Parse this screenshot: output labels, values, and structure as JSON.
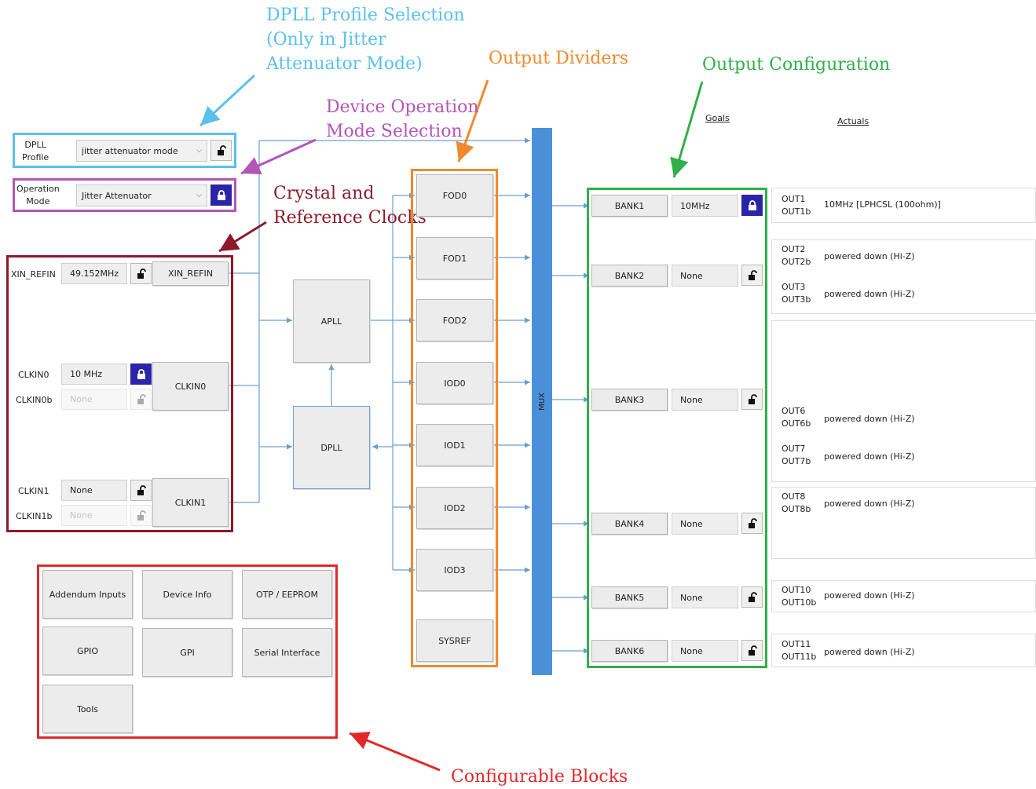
{
  "annotations": {
    "dpll_profile_selection": [
      "DPLL Profile Selection",
      "(Only in Jitter",
      "Attenuator Mode)"
    ],
    "output_dividers": "Output Dividers",
    "output_configuration": "Output Configuration",
    "device_operation_mode": [
      "Device Operation",
      "Mode Selection"
    ],
    "crystal_reference_clocks": [
      "Crystal and",
      "Reference Clocks"
    ],
    "configurable_blocks": "Configurable Blocks"
  },
  "colors": {
    "dpll_profile": "#5bc0ee",
    "operation_mode": "#b455b8",
    "crystal": "#8b1a2b",
    "dividers": "#f08a2c",
    "output_config": "#2fb04a",
    "configurable": "#e02a2a",
    "mux": "#4a90d9",
    "lock_on": "#2b24a8",
    "wire": "#6a9fd0"
  },
  "dpll_profile": {
    "label": [
      "DPLL",
      "Profile"
    ],
    "value": "jitter attenuator mode",
    "lock": "unlocked"
  },
  "operation_mode": {
    "label": [
      "Operation",
      "Mode"
    ],
    "value": "Jitter Attenuator",
    "lock": "locked"
  },
  "inputs": {
    "xin": {
      "label": "XIN_REFIN",
      "value": "49.152MHz",
      "lock": "unlocked",
      "block": "XIN_REFIN"
    },
    "clkin0": {
      "label": "CLKIN0",
      "value": "10 MHz",
      "lock": "locked",
      "block": "CLKIN0"
    },
    "clkin0b": {
      "label": "CLKIN0b",
      "value": "None",
      "lock": "disabled"
    },
    "clkin1": {
      "label": "CLKIN1",
      "value": "None",
      "lock": "unlocked",
      "block": "CLKIN1"
    },
    "clkin1b": {
      "label": "CLKIN1b",
      "value": "None",
      "lock": "disabled"
    }
  },
  "pll": {
    "apll": "APLL",
    "dpll": "DPLL"
  },
  "dividers": [
    "FOD0",
    "FOD1",
    "FOD2",
    "IOD0",
    "IOD1",
    "IOD2",
    "IOD3",
    "SYSREF"
  ],
  "mux": "MUX",
  "headers": {
    "goals": "Goals",
    "actuals": "Actuals"
  },
  "banks": [
    {
      "name": "BANK1",
      "goal": "10MHz",
      "lock": "locked"
    },
    {
      "name": "BANK2",
      "goal": "None",
      "lock": "unlocked"
    },
    {
      "name": "BANK3",
      "goal": "None",
      "lock": "unlocked"
    },
    {
      "name": "BANK4",
      "goal": "None",
      "lock": "unlocked"
    },
    {
      "name": "BANK5",
      "goal": "None",
      "lock": "unlocked"
    },
    {
      "name": "BANK6",
      "goal": "None",
      "lock": "unlocked"
    }
  ],
  "outputs": [
    {
      "names": [
        "OUT1",
        "OUT1b"
      ],
      "actual": "10MHz [LPHCSL (100ohm)]"
    },
    {
      "names": [
        "OUT2",
        "OUT2b"
      ],
      "actual": "powered down (Hi-Z)"
    },
    {
      "names": [
        "OUT3",
        "OUT3b"
      ],
      "actual": "powered down (Hi-Z)"
    },
    {
      "names": [
        "OUT6",
        "OUT6b"
      ],
      "actual": "powered down (Hi-Z)"
    },
    {
      "names": [
        "OUT7",
        "OUT7b"
      ],
      "actual": "powered down (Hi-Z)"
    },
    {
      "names": [
        "OUT8",
        "OUT8b"
      ],
      "actual": "powered down (Hi-Z)"
    },
    {
      "names": [
        "OUT10",
        "OUT10b"
      ],
      "actual": "powered down (Hi-Z)"
    },
    {
      "names": [
        "OUT11",
        "OUT11b"
      ],
      "actual": "powered down (Hi-Z)"
    }
  ],
  "configurable_blocks": [
    "Addendum Inputs",
    "Device Info",
    "OTP / EEPROM",
    "GPIO",
    "GPI",
    "Serial Interface",
    "Tools"
  ]
}
